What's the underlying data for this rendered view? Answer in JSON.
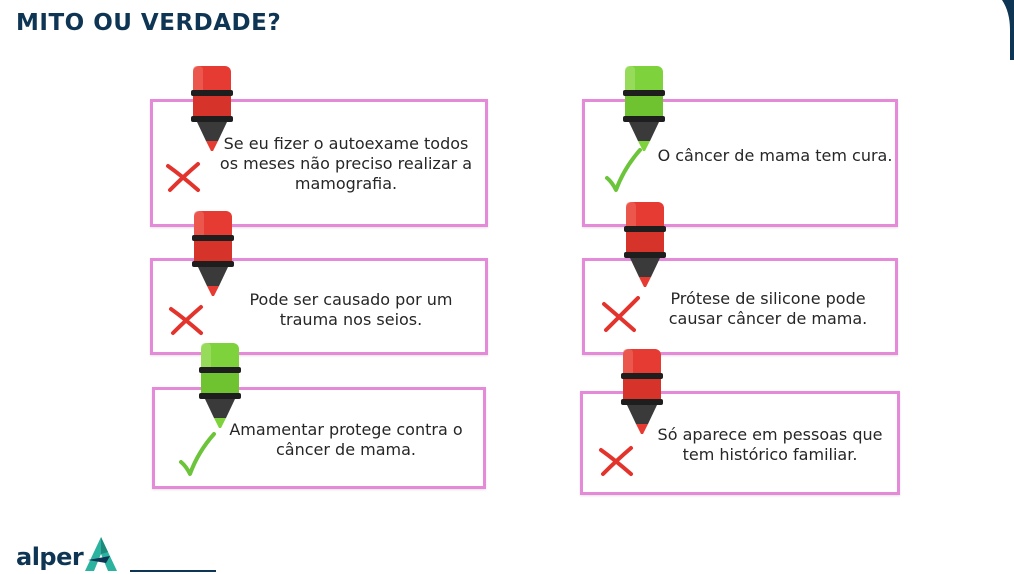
{
  "page": {
    "title": "MITO OU VERDADE?",
    "brand": "alper"
  },
  "colors": {
    "title": "#0e3553",
    "card_border": "#e58ad8",
    "mito_marker": "#e53b32",
    "verdade_marker": "#7ed23b",
    "check": "#6cc43a",
    "cross": "#e2342c"
  },
  "cards": [
    {
      "id": "c1",
      "text": "Se eu fizer o autoexame todos os meses não preciso realizar a mamografia.",
      "answer": "mito",
      "marker_icon": "red-marker-icon",
      "mark_icon": "cross-icon"
    },
    {
      "id": "c2",
      "text": "Pode ser causado por um trauma nos seios.",
      "answer": "mito",
      "marker_icon": "red-marker-icon",
      "mark_icon": "cross-icon"
    },
    {
      "id": "c3",
      "text": "Amamentar protege contra o câncer de mama.",
      "answer": "verdade",
      "marker_icon": "green-marker-icon",
      "mark_icon": "check-icon"
    },
    {
      "id": "c4",
      "text": "O câncer de mama tem cura.",
      "answer": "verdade",
      "marker_icon": "green-marker-icon",
      "mark_icon": "check-icon"
    },
    {
      "id": "c5",
      "text": "Prótese de silicone pode causar câncer de mama.",
      "answer": "mito",
      "marker_icon": "red-marker-icon",
      "mark_icon": "cross-icon"
    },
    {
      "id": "c6",
      "text": "Só aparece em pessoas que tem histórico familiar.",
      "answer": "mito",
      "marker_icon": "red-marker-icon",
      "mark_icon": "cross-icon"
    }
  ]
}
